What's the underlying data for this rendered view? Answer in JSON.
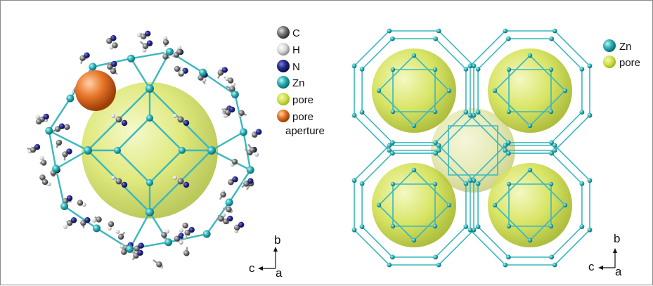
{
  "colors": {
    "zn": "#2ab3b8",
    "bond": "#3cb8bd",
    "carbon": "#7b7b7b",
    "hydrogen": "#d6d6d6",
    "nitrogen": "#262a8c",
    "pore": "#d2e04a",
    "aperture": "#e8762a"
  },
  "left_panel": {
    "legend": [
      {
        "label": "C",
        "color": "#7b7b7b",
        "icon": "carbon-sphere-icon"
      },
      {
        "label": "H",
        "color": "#d6d6d6",
        "icon": "hydrogen-sphere-icon"
      },
      {
        "label": "N",
        "color": "#262a8c",
        "icon": "nitrogen-sphere-icon"
      },
      {
        "label": "Zn",
        "color": "#2ab3b8",
        "icon": "zinc-sphere-icon"
      },
      {
        "label": "pore",
        "color": "#d2e04a",
        "icon": "pore-sphere-icon"
      },
      {
        "label": "pore",
        "label2": "aperture",
        "color": "#e8762a",
        "icon": "aperture-sphere-icon"
      }
    ],
    "axes": {
      "up": "b",
      "left": "c",
      "origin": "a"
    }
  },
  "right_panel": {
    "legend": [
      {
        "label": "Zn",
        "color": "#2ab3b8",
        "icon": "zinc-sphere-icon"
      },
      {
        "label": "pore",
        "color": "#d2e04a",
        "icon": "pore-sphere-icon"
      }
    ],
    "axes": {
      "up": "b",
      "left": "c",
      "origin": "a"
    }
  }
}
